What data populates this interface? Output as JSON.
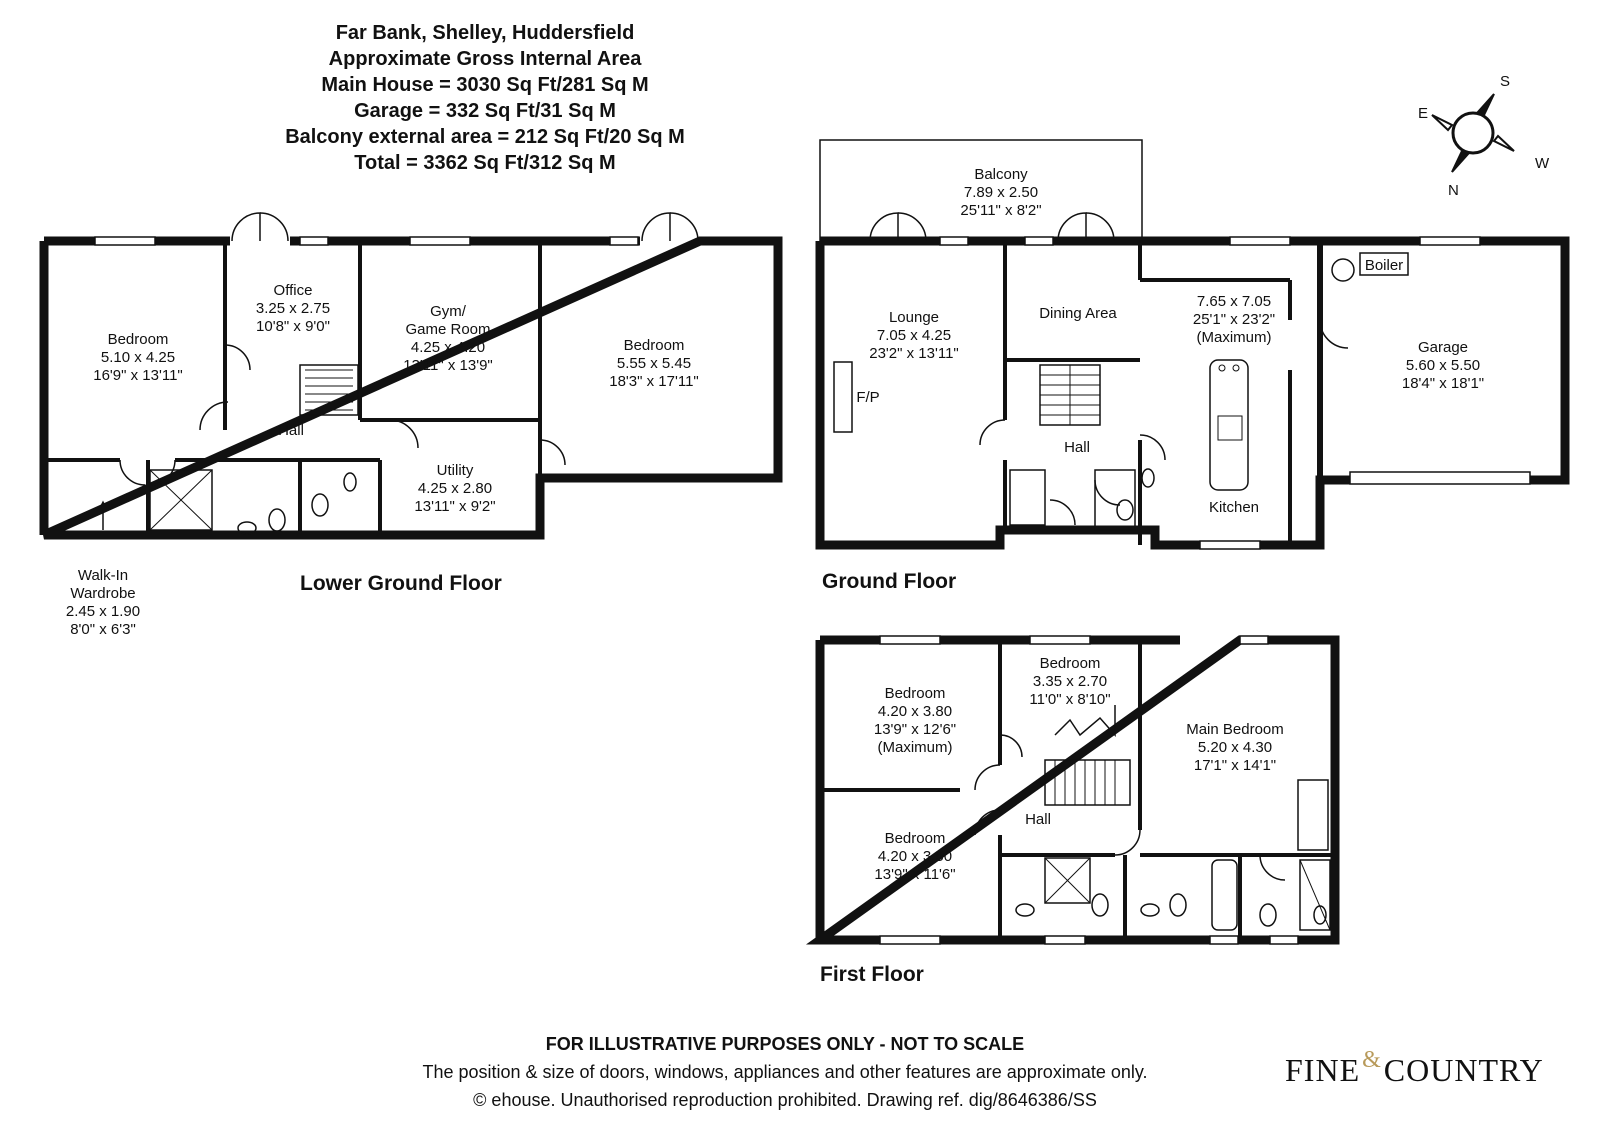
{
  "header": {
    "line1": "Far Bank, Shelley, Huddersfield",
    "line2": "Approximate Gross Internal Area",
    "line3": "Main House = 3030 Sq Ft/281 Sq M",
    "line4": "Garage = 332 Sq Ft/31 Sq M",
    "line5": "Balcony external area = 212 Sq Ft/20 Sq M",
    "line6": "Total = 3362 Sq Ft/312 Sq M"
  },
  "floors": {
    "lower": "Lower Ground Floor",
    "ground": "Ground Floor",
    "first": "First Floor"
  },
  "rooms": {
    "lg_bed1": [
      "Bedroom",
      "5.10 x 4.25",
      "16'9\" x 13'11\""
    ],
    "lg_office": [
      "Office",
      "3.25 x 2.75",
      "10'8\" x 9'0\""
    ],
    "lg_gym": [
      "Gym/",
      "Game Room",
      "4.25 x 4.20",
      "13'11\" x 13'9\""
    ],
    "lg_bed2": [
      "Bedroom",
      "5.55 x 5.45",
      "18'3\" x 17'11\""
    ],
    "lg_hall": "Hall",
    "lg_utility": [
      "Utility",
      "4.25 x 2.80",
      "13'11\" x 9'2\""
    ],
    "lg_wardrobe": [
      "Walk-In",
      "Wardrobe",
      "2.45 x 1.90",
      "8'0\" x 6'3\""
    ],
    "gf_balcony": [
      "Balcony",
      "7.89 x 2.50",
      "25'11\" x 8'2\""
    ],
    "gf_lounge": [
      "Lounge",
      "7.05 x 4.25",
      "23'2\" x 13'11\""
    ],
    "gf_fp": "F/P",
    "gf_dining": "Dining Area",
    "gf_kitchen_dims": [
      "7.65 x 7.05",
      "25'1\" x 23'2\"",
      "(Maximum)"
    ],
    "gf_kitchen": "Kitchen",
    "gf_hall": "Hall",
    "gf_boiler": "Boiler",
    "gf_garage": [
      "Garage",
      "5.60 x 5.50",
      "18'4\" x 18'1\""
    ],
    "ff_bed1": [
      "Bedroom",
      "4.20 x 3.80",
      "13'9\" x 12'6\"",
      "(Maximum)"
    ],
    "ff_bed2": [
      "Bedroom",
      "3.35 x 2.70",
      "11'0\" x 8'10\""
    ],
    "ff_main": [
      "Main Bedroom",
      "5.20 x 4.30",
      "17'1\" x 14'1\""
    ],
    "ff_bed3": [
      "Bedroom",
      "4.20 x 3.50",
      "13'9\" x 11'6\""
    ],
    "ff_hall": "Hall"
  },
  "compass": {
    "s": "S",
    "e": "E",
    "w": "W",
    "n": "N"
  },
  "footer": {
    "line1": "FOR ILLUSTRATIVE PURPOSES ONLY - NOT TO SCALE",
    "line2": "The position & size of doors, windows, appliances and other features are approximate only.",
    "line3": "© ehouse. Unauthorised reproduction prohibited. Drawing ref. dig/8646386/SS"
  },
  "logo": {
    "left": "FINE",
    "amp": "&",
    "right": "COUNTRY"
  }
}
